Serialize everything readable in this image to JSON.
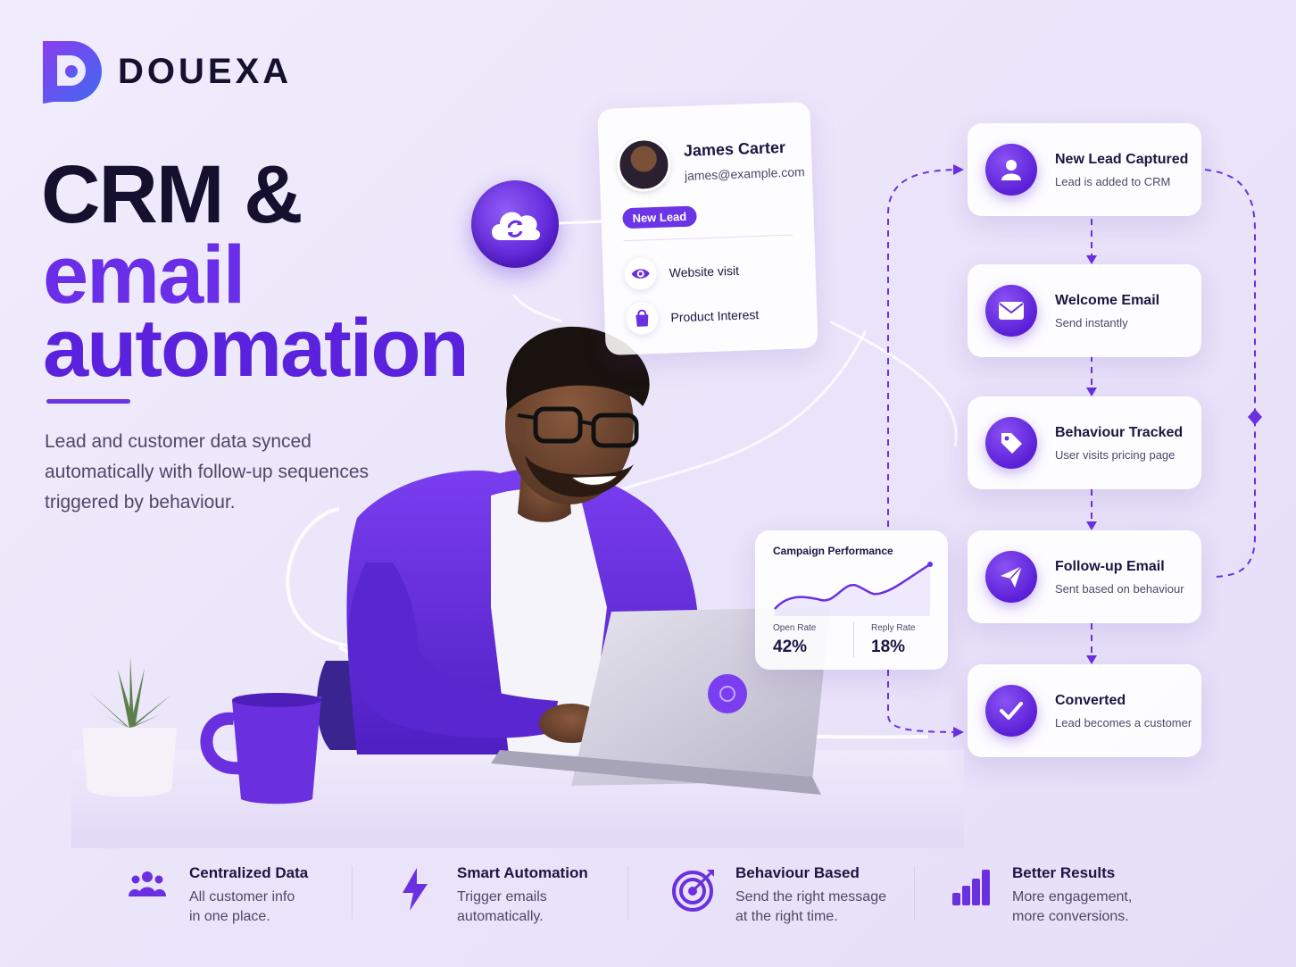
{
  "brand": {
    "name": "DOUEXA"
  },
  "headline": {
    "line1": "CRM &",
    "line2": "email",
    "line3": "automation"
  },
  "subtext": "Lead and customer data synced automatically with follow-up sequences triggered by behaviour.",
  "contact_card": {
    "name": "James Carter",
    "email": "james@example.com",
    "badge": "New Lead",
    "activities": [
      {
        "label": "Website visit",
        "icon": "eye-icon"
      },
      {
        "label": "Product Interest",
        "icon": "shopping-bag-icon"
      }
    ]
  },
  "campaign": {
    "title": "Campaign Performance",
    "open_rate_label": "Open Rate",
    "open_rate": "42%",
    "reply_rate_label": "Reply Rate",
    "reply_rate": "18%"
  },
  "flow": [
    {
      "title": "New Lead Captured",
      "desc": "Lead is added to CRM",
      "icon": "user-icon"
    },
    {
      "title": "Welcome Email",
      "desc": "Send instantly",
      "icon": "envelope-icon"
    },
    {
      "title": "Behaviour Tracked",
      "desc": "User visits pricing page",
      "icon": "tag-icon"
    },
    {
      "title": "Follow-up Email",
      "desc": "Sent based on behaviour",
      "icon": "paper-plane-icon"
    },
    {
      "title": "Converted",
      "desc": "Lead becomes a customer",
      "icon": "checkmark-icon"
    }
  ],
  "features": [
    {
      "title": "Centralized Data",
      "desc1": "All customer info",
      "desc2": "in one place.",
      "icon": "users-icon"
    },
    {
      "title": "Smart Automation",
      "desc1": "Trigger emails",
      "desc2": "automatically.",
      "icon": "lightning-icon"
    },
    {
      "title": "Behaviour Based",
      "desc1": "Send the right message",
      "desc2": "at the right time.",
      "icon": "target-icon"
    },
    {
      "title": "Better Results",
      "desc1": "More engagement,",
      "desc2": "more conversions.",
      "icon": "bar-chart-icon"
    }
  ],
  "colors": {
    "primary": "#6b2ee8",
    "dark": "#14102e",
    "muted": "#4d4868"
  }
}
